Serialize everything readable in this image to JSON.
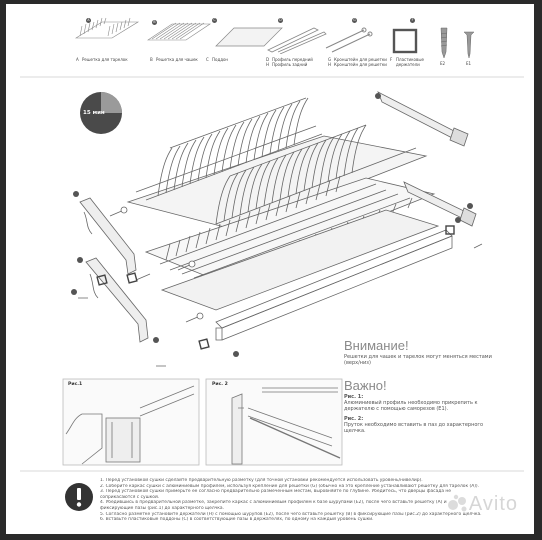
{
  "parts": {
    "a": {
      "code": "A",
      "label": "Решетка для тарелок"
    },
    "b": {
      "code": "B",
      "label": "Решетка для чашек"
    },
    "c": {
      "code": "C",
      "label": "Поддон"
    },
    "d": {
      "code": "D",
      "label": "Профиль передний",
      "code2": "H",
      "label2": "Профиль задний"
    },
    "g": {
      "code": "G",
      "label": "Кронштейн для решетки",
      "code2": "H",
      "label2": "Кронштейн для решетки"
    },
    "f": {
      "code": "F",
      "label": "Пластиковые держатели"
    },
    "e2": {
      "code": "E2"
    },
    "e1": {
      "code": "E1"
    }
  },
  "time": {
    "value": "15 мин"
  },
  "attention": {
    "title": "Внимание!",
    "text": "Решетки для чашек и тарелок могут меняться местами (верх/низ)"
  },
  "important": {
    "title": "Важно!",
    "fig1_label": "Рис. 1:",
    "fig1_text": "Алюминиевый профиль необходимо прикрепить к держателю с помощью саморезов (E1).",
    "fig2_label": "Рис. 2:",
    "fig2_text": "Пруток необходимо вставить в паз до характерного щелчка."
  },
  "figures": {
    "fig1": "Рис.1",
    "fig2": "Рис. 2"
  },
  "instructions": [
    "1. Перед установкой сушки сделайте предварительную разметку (для точной установки рекомендуется использовать уровень/нивелир).",
    "2. Соберите каркас сушки с алюминиевым профилем, используя крепление для решетки (G) (обычно на это крепление устанавливают решетку для тарелок (A)).",
    "3. Перед установкой сушки примерьте ее согласно предварительно размеченным местам, выровняйте по глубине. Убедитесь, что дверцы фасада не",
    "соприкасаются с сушкой.",
    "4. Убедившись в предварительной разметке, закрепите каркас с алюминиевым профилем к базе шурупами (E2), после чего вставьте решетку (A) и",
    "фиксирующие пазы (рис.1) до характерного щелчка.",
    "5. Согласно разметке установите держатели (H) с помощью шурупов (E2), после чего вставьте решетку (B) в фиксирующие пазы (рис.2) до характерного щелчка.",
    "6. Вставьте пластиковые поддоны (C) в соответствующие пазы в держателях, по одному на каждый уровень сушки."
  ],
  "watermark": "Avito",
  "colors": {
    "accent": "#555555",
    "line": "#777777"
  }
}
